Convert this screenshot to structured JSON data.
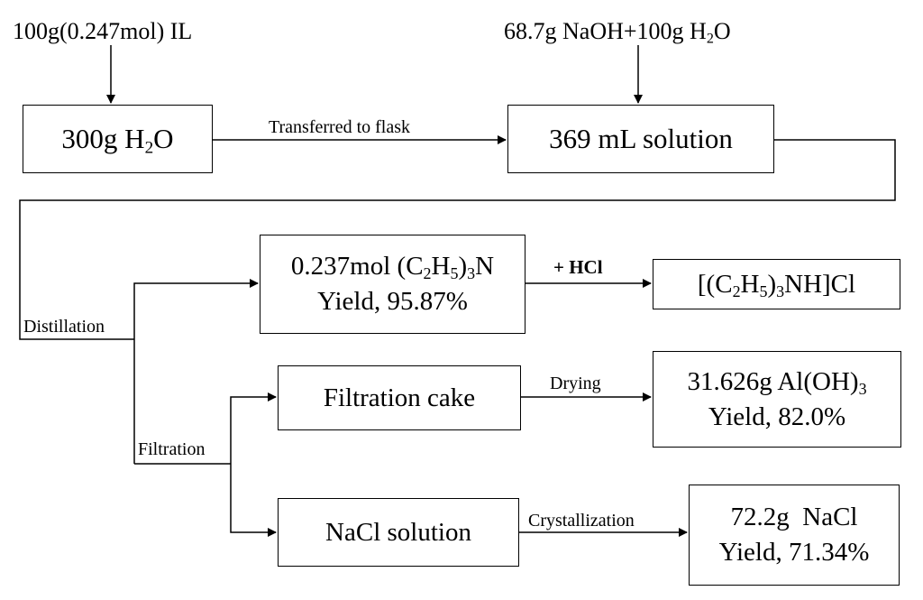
{
  "inputs": {
    "il": "100g(0.247mol) IL",
    "naoh": {
      "pre": "68.7g NaOH+100g H",
      "sub": "2",
      "post": "O"
    }
  },
  "boxes": {
    "water": {
      "pre": "300g H",
      "sub": "2",
      "post": "O"
    },
    "solution": "369 mL solution",
    "amine": {
      "line1": {
        "p1": "0.237mol (C",
        "s1": "2",
        "p2": "H",
        "s2": "5",
        "p3": ")",
        "s3": "3",
        "p4": "N"
      },
      "line2": "Yield, 95.87%"
    },
    "salt": {
      "p1": "[(C",
      "s1": "2",
      "p2": "H",
      "s2": "5",
      "p3": ")",
      "s3": "3",
      "p4": "NH]Cl"
    },
    "cake": "Filtration cake",
    "hydroxide": {
      "line1": {
        "pre": "31.626g Al(OH)",
        "sub": "3"
      },
      "line2": "Yield, 82.0%"
    },
    "nacl_solution": "NaCl solution",
    "nacl": {
      "line1": "72.2g  NaCl",
      "line2": "Yield, 71.34%"
    }
  },
  "labels": {
    "transfer": "Transferred to flask",
    "hcl": "+ HCl",
    "distillation": "Distillation",
    "filtration": "Filtration",
    "drying": "Drying",
    "crystallization": "Crystallization"
  }
}
